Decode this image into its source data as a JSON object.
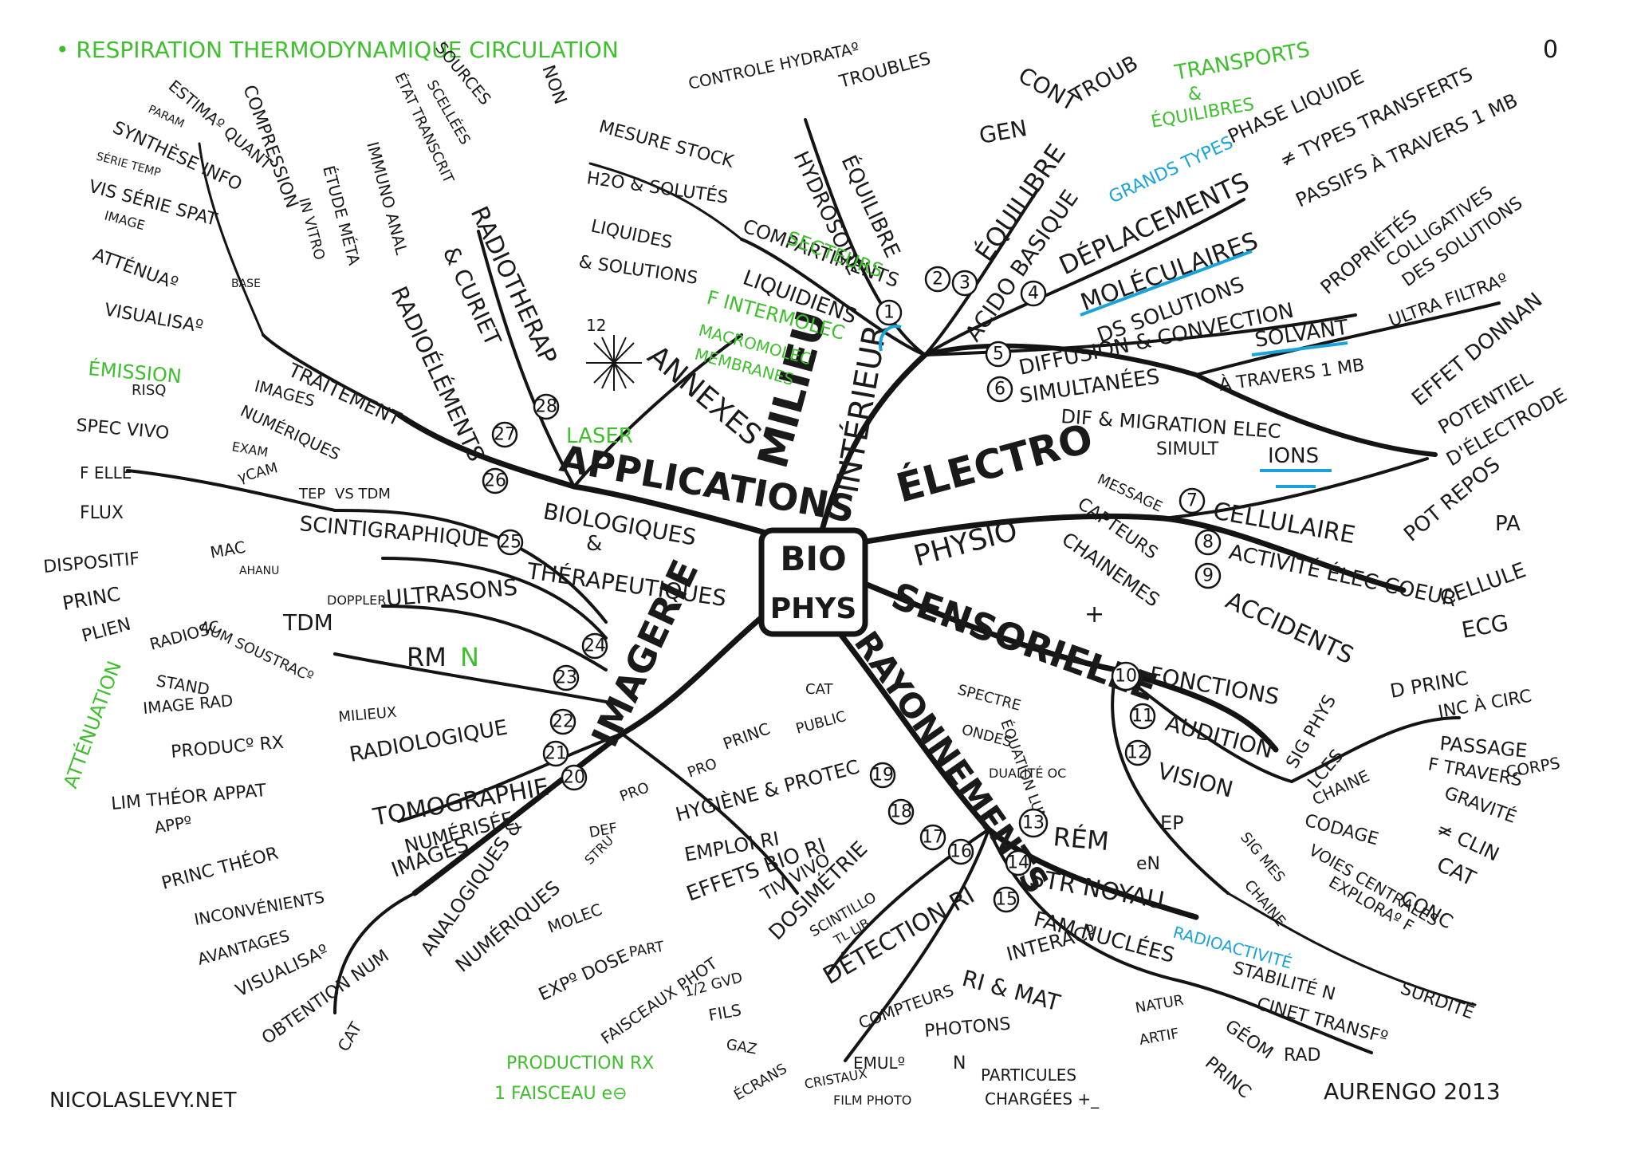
{
  "header": {
    "top_line": "• RESPIRATION THERMODYNAMIQUE CIRCULATION",
    "top_right": "0"
  },
  "footer": {
    "left": "NICOLASLEVY.NET",
    "right": "AURENGO 2013",
    "production": [
      "PRODUCTION RX",
      "1 FAISCEAU e⊖"
    ]
  },
  "center": {
    "line1": "BIO",
    "line2": "PHYS"
  },
  "main_branches": {
    "milieu": "MILIEU",
    "interieur": "INTÉRIEUR",
    "electro": "ÉLECTRO",
    "physio": "PHYSIO",
    "sensorielle": "SENSORIELLE",
    "rayonnements": "RAYONNEMENTS",
    "imagerie": "IMAGERIE",
    "applications": "APPLICATIONS",
    "biologiques": "BIOLOGIQUES",
    "et": "&",
    "therapeutiques": "THÉRAPEUTIQUES",
    "annexes": "ANNEXES"
  },
  "milieu_interieur": {
    "hydrosode": "HYDROSODÉ",
    "equilibre": "ÉQUILIBRE",
    "controle": "CONTROLE HYDRATAº",
    "troubles": "TROUBLES",
    "compartiments": "COMPARTIMENTS",
    "secteurs": "SECTEURS",
    "liquidiens": "LIQUIDIENS",
    "mesure_stock": "MESURE STOCK",
    "h2o_solutes": "H2O & SOLUTÉS",
    "liquides": "LIQUIDES",
    "solutions": "& SOLUTIONS",
    "f_intermolec": "F INTERMOLEC",
    "macromolec": "MACROMOLEC",
    "membranes": "MEMBRANES",
    "equilibre_acido": "ÉQUILIBRE",
    "acido_basique": "ACIDO BASIQUE",
    "cont": "CONT",
    "gen": "GEN",
    "troub": "TROUB",
    "transports": "TRANSPORTS",
    "transports_amp": "&",
    "equilibres": "ÉQUILIBRES",
    "deplacements": "DÉPLACEMENTS",
    "grands_types": "GRANDS TYPES",
    "phase_liquide": "PHASE LIQUIDE",
    "types_transferts": "≠ TYPES TRANSFERTS",
    "passifs": "PASSIFS À TRAVERS 1 MB",
    "moleculaires": "MOLÉCULAIRES",
    "ds_solutions": "DS SOLUTIONS",
    "diffusion": "DIFFUSION & CONVECTION",
    "proprietes": "PROPRIÉTÉS",
    "colligatives": "COLLIGATIVES",
    "des_solutions": "DES SOLUTIONS",
    "ultrafiltra": "ULTRA FILTRAº",
    "simultanees": "SIMULTANÉES",
    "solvant": "SOLVANT",
    "a_travers": "À TRAVERS 1 MB",
    "dif_migration": "DIF & MIGRATION ELEC",
    "simult": "SIMULT",
    "ions": "IONS"
  },
  "electro_physio": {
    "effet_donnan": "EFFET DONNAN",
    "potentiel": "POTENTIEL",
    "electrode": "D'ÉLECTRODE",
    "pot_repos": "POT REPOS",
    "pa": "PA",
    "cellulaire": "CELLULAIRE",
    "activite": "ACTIVITÉ ÉLEC COEUR",
    "cellule": "CELLULE",
    "ecg": "ECG",
    "accidents": "ACCIDENTS"
  },
  "sensorielle": {
    "message": "MESSAGE",
    "capteurs": "CAPTEURS",
    "chainemes": "CHAINEMES",
    "plus": "+",
    "fonctions": "FONCTIONS",
    "audition": "AUDITION",
    "vision": "VISION",
    "ep": "EP",
    "en": "eN",
    "sig_phys": "SIG PHYS",
    "lces": "LCES",
    "chaine": "CHAINE",
    "codage": "CODAGE",
    "voies": "VOIES CENTRALES",
    "explora": "EXPLORAº F",
    "surdite": "SURDITÉ",
    "d_princ": "D PRINC",
    "inc_circ": "INC À CIRC",
    "passage": "PASSAGE",
    "f_travers": "F TRAVERS",
    "gravite": "GRAVITÉ",
    "corps": "CORPS",
    "clin": "≠ CLIN",
    "cat": "CAT",
    "conc": "CONC",
    "sig_mes": "SIG MES",
    "chaine2": "CHAINE"
  },
  "rayonnements": {
    "spectre": "SPECTRE",
    "ondes": "ONDES",
    "equation": "ÉQUATION LUM",
    "dualite": "DUALITÉ OC",
    "rem": "RÉM",
    "str_noyau": "STR NOYAU",
    "fam_nucl": "FAM NUCLÉES",
    "interac": "INTERACº",
    "radioactivite": "RADIOACTIVITÉ",
    "stabilite": "STABILITÉ N",
    "cinet": "CINET TRANSFº",
    "geom": "GÉOM",
    "rad": "RAD",
    "princ": "PRINC",
    "natur": "NATUR",
    "artif": "ARTIF",
    "ri_mat": "RI & MAT",
    "photons": "PHOTONS",
    "n": "N",
    "particules": "PARTICULES",
    "chargees": "CHARGÉES +_",
    "detection": "DÉTECTION RI",
    "compteurs": "COMPTEURS",
    "emul": "EMULº",
    "cristaux": "CRISTAUX",
    "film_photo": "FILM PHOTO",
    "scintillo": "SCINTILLO",
    "tl_lib": "TL LIB",
    "dosimetrie": "DOSIMÉTRIE",
    "tiv_vivo": "TIV VIVO",
    "effets_bio": "EFFETS BIO RI",
    "emploi": "EMPLOI RI",
    "hygiene": "HYGIÈNE & PROTEC",
    "public": "PUBLIC",
    "pro": "PRO",
    "princ2": "PRINC",
    "cat": "CAT",
    "def": "DEF",
    "pro2": "PRO"
  },
  "imagerie": {
    "tomographie": "TOMOGRAPHIE",
    "numerisee": "NUMÉRISÉE",
    "images": "IMAGES",
    "analogiques": "ANALOGIQUES &",
    "numeriques": "NUMÉRIQUES",
    "molec": "MOLEC",
    "stru": "STRU",
    "exp_dose": "EXPº DOSE",
    "faisceaux": "FAISCEAUX PHOT",
    "part": "PART",
    "half_gvd": "1/2 GVD",
    "fils": "FILS",
    "gaz": "GAZ",
    "ecrans": "ÉCRANS",
    "cat": "CAT",
    "obtention": "OBTENTION NUM",
    "visualisa": "VISUALISAº",
    "avantages": "AVANTAGES",
    "inconvenients": "INCONVÉNIENTS",
    "princ_theor": "PRINC THÉOR",
    "appo": "APPº",
    "lim_theor": "LIM THÉOR APPAT",
    "producº": "PRODUCº RX",
    "image_rad": "IMAGE RAD",
    "stand": "STAND",
    "radiosc": "RADIOSC",
    "num_soustrac": "NUM SOUSTRACº",
    "tdm": "TDM",
    "radiologique": "RADIOLOGIQUE",
    "milieux": "MILIEUX",
    "rmn": "RM",
    "rmn_n": "N",
    "ultrasons": "ULTRASONS",
    "doppler": "DOPPLER",
    "attenuation": "ATTÉNUATION",
    "plien": "PLIEN",
    "princ": "PRINC",
    "dispositif": "DISPOSITIF",
    "flux": "FLUX",
    "f_elle": "F ELLE",
    "spec_vivo": "SPEC VIVO",
    "risq": "RISQ",
    "emission": "ÉMISSION",
    "mac": "MAC",
    "ahanu": "AHANU",
    "scintigraphique": "SCINTIGRAPHIQUE",
    "tep": "TEP",
    "vs_tdm": "VS TDM",
    "gcam": "γCAM",
    "exam": "EXAM",
    "numeriques2": "NUMÉRIQUES",
    "images2": "IMAGES",
    "traitement": "TRAITEMENT",
    "visualisa2": "VISUALISAº",
    "attenua": "ATTÉNUAº",
    "base": "BASE",
    "image": "IMAGE",
    "vis_serie": "VIS SÉRIE SPAT",
    "serie_temp": "SÉRIE TEMP",
    "synthese": "SYNTHÈSE INFO",
    "param": "PARAM",
    "estimao": "ESTIMAº QUANT",
    "compression": "COMPRESSION"
  },
  "applications": {
    "radiotherapie": "RADIOTHERAP",
    "curiet": "& CURIET",
    "radioelements": "RADIOÉLÉMENTS",
    "immuno": "IMMUNO ANAL",
    "etude": "ÉTUDE MÉTA",
    "in_vivo": "IN VITRO",
    "sources": "SOURCES",
    "scellees": "SCELLÉES",
    "etat": "ÉTAT TRANSCRIT",
    "non": "NON",
    "laser": "LASER",
    "twelve": "12"
  },
  "numbers": [
    "1",
    "2",
    "3",
    "4",
    "5",
    "6",
    "7",
    "8",
    "9",
    "10",
    "11",
    "12",
    "13",
    "14",
    "15",
    "16",
    "17",
    "18",
    "19",
    "20",
    "21",
    "22",
    "23",
    "24",
    "25",
    "26",
    "27",
    "28"
  ]
}
